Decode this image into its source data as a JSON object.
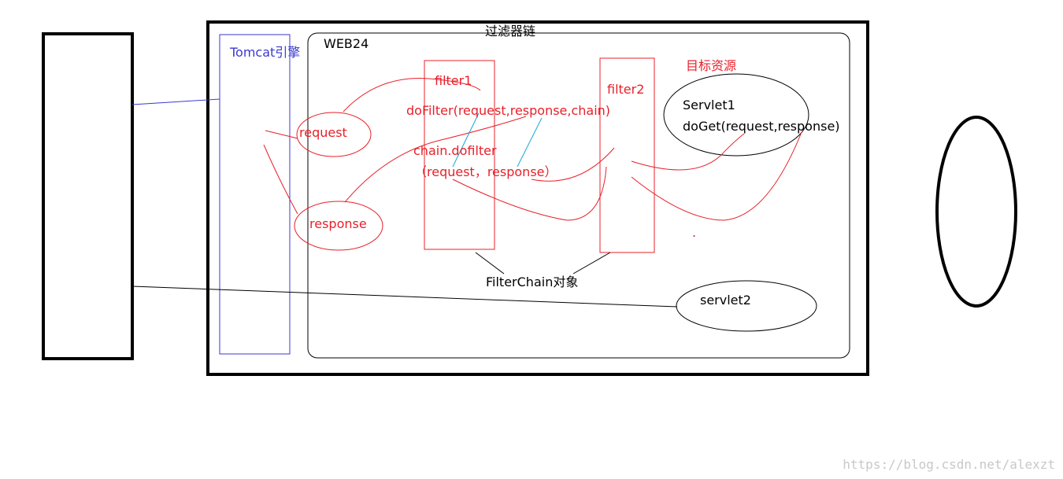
{
  "diagram": {
    "chain_title": "过滤器链",
    "web_app": "WEB24",
    "engine": "Tomcat引擎",
    "target_label": "目标资源",
    "filters": [
      {
        "name": "filter1",
        "method": "doFilter(request,response,chain)",
        "call_line1": "chain.dofilter",
        "call_line2": "（request，response）"
      },
      {
        "name": "filter2"
      }
    ],
    "request": "request",
    "response": "response",
    "servlet1": {
      "name": "Servlet1",
      "method": "doGet(request,response)"
    },
    "servlet2": "servlet2",
    "filterchain_object": "FilterChain对象",
    "dot": ".",
    "watermark": "https://blog.csdn.net/alexzt"
  },
  "colors": {
    "red": "#e8202a",
    "blue": "#3a3ad0",
    "cyan": "#1aa7d6",
    "black": "#000000"
  }
}
